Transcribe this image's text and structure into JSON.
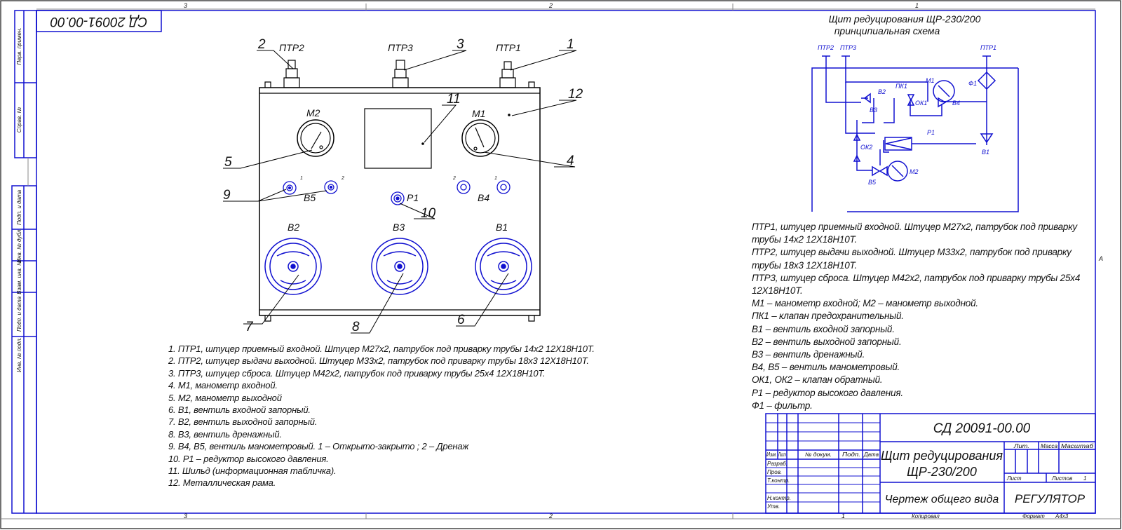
{
  "zones_top": [
    "3",
    "2",
    "1"
  ],
  "zones_bottom": [
    "3",
    "2",
    "1"
  ],
  "zone_side": "A",
  "doc_code_rotated": "СД 20091-00.00",
  "side_stamp": [
    "Перв. примен.",
    "Справ. №",
    "Подп. и дата",
    "Инв. № дубл.",
    "Взам. инв. №",
    "Подп. и дата",
    "Инв. № подл."
  ],
  "drawing": {
    "labels": {
      "ptr2": "ПТР2",
      "ptr3": "ПТР3",
      "ptr1": "ПТР1",
      "m2": "М2",
      "m1": "М1",
      "b5": "В5",
      "b4": "В4",
      "p1": "Р1",
      "b2": "В2",
      "b3": "В3",
      "b1": "В1",
      "s1": "1",
      "s2": "2"
    },
    "callouts": [
      "1",
      "2",
      "3",
      "4",
      "5",
      "6",
      "7",
      "8",
      "9",
      "10",
      "11",
      "12"
    ]
  },
  "notes_left": [
    "1. ПТР1, штуцер приемный входной. Штуцер М27х2, патрубок под приварку трубы 14х2 12Х18Н10Т.",
    "2. ПТР2, штуцер выдачи выходной. Штуцер М33х2, патрубок под приварку трубы 18х3 12Х18Н10Т.",
    "3. ПТР3, штуцер сброса. Штуцер М42х2, патрубок под приварку трубы 25х4 12Х18Н10Т.",
    "4. М1, манометр входной.",
    "5. М2, манометр выходной",
    "6. В1, вентиль входной запорный.",
    "7. В2, вентиль выходной запорный.",
    "8. В3, вентиль дренажный.",
    "9. В4, В5, вентиль манометровый. 1 – Открыто-закрыто ; 2 – Дренаж",
    "10. Р1 – редуктор высокого давления.",
    "11. Шильд (информационная табличка).",
    "12. Металлическая рама."
  ],
  "schematic": {
    "title": "Щит редуцирования ЩР-230/200",
    "subtitle": "принципиальная схема",
    "labels": {
      "ptr2": "ПТР2",
      "ptr3": "ПТР3",
      "ptr1": "ПТР1",
      "m1": "М1",
      "f1": "Ф1",
      "pk1": "ПК1",
      "b2": "В2",
      "b3": "В3",
      "ok1": "ОК1",
      "b4": "В4",
      "p1": "Р1",
      "b1": "В1",
      "ok2": "ОК2",
      "b5": "В5",
      "m2": "М2"
    }
  },
  "notes_right": [
    "ПТР1, штуцер приемный входной. Штуцер М27х2, патрубок под приварку",
    "трубы 14х2 12Х18Н10Т.",
    "ПТР2, штуцер выдачи выходной. Штуцер М33х2, патрубок под приварку",
    "трубы 18х3 12Х18Н10Т.",
    "ПТР3, штуцер сброса. Штуцер М42х2, патрубок под приварку трубы 25х4",
    "12Х18Н10Т.",
    "М1 – манометр входной; М2 – манометр выходной.",
    "ПК1 – клапан предохранительный.",
    "В1 – вентиль входной запорный.",
    "В2 – вентиль выходной запорный.",
    "В3 – вентиль дренажный.",
    "В4, В5 – вентиль манометровый.",
    "ОК1, ОК2 – клапан обратный.",
    "Р1 – редуктор высокого давления.",
    "Ф1 – фильтр."
  ],
  "title_block": {
    "code": "СД 20091-00.00",
    "name_line1": "Щит редуцирования",
    "name_line2": "ЩР-230/200",
    "doc_type": "Чертеж общего вида",
    "org": "РЕГУЛЯТОР",
    "headers": {
      "izm": "Изм.",
      "list": "Лист",
      "doc": "№ докум.",
      "podp": "Подп.",
      "date": "Дата"
    },
    "roles": [
      "Разраб.",
      "Пров.",
      "Т.контр.",
      "Н.контр.",
      "Утв."
    ],
    "lit": "Лит.",
    "mass": "Масса",
    "scale": "Масштаб",
    "sheet": "Лист",
    "sheets": "Листов",
    "sheets_value": "1",
    "copied": "Копировал",
    "format_label": "Формат",
    "format": "А4х3"
  }
}
